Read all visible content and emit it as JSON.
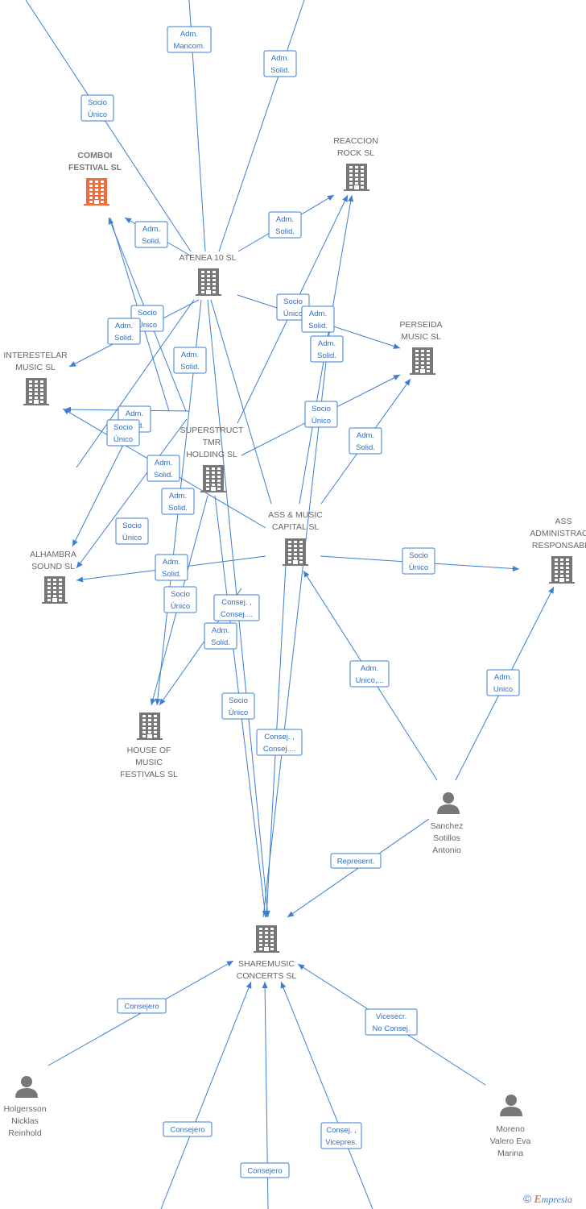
{
  "nodes": {
    "comboi": {
      "kind": "company",
      "highlight": true,
      "lines": [
        "COMBOI",
        "FESTIVAL  SL"
      ],
      "icon": "building-icon"
    },
    "reaccion": {
      "kind": "company",
      "lines": [
        "REACCION",
        "ROCK SL"
      ],
      "icon": "building-icon"
    },
    "atenea": {
      "kind": "company",
      "lines": [
        "ATENEA 10 SL"
      ],
      "icon": "building-icon"
    },
    "perseida": {
      "kind": "company",
      "lines": [
        "PERSEIDA",
        "MUSIC  SL"
      ],
      "icon": "building-icon"
    },
    "interestelar": {
      "kind": "company",
      "lines": [
        "INTERESTELAR",
        "MUSIC  SL"
      ],
      "icon": "building-icon"
    },
    "superstruct": {
      "kind": "company",
      "lines": [
        "SUPERSTRUCT",
        "TMR",
        "HOLDING  SL"
      ],
      "icon": "building-icon"
    },
    "assmusic": {
      "kind": "company",
      "lines": [
        "ASS & MUSIC",
        "CAPITAL SL"
      ],
      "icon": "building-icon"
    },
    "assadmin": {
      "kind": "company",
      "lines": [
        "ASS",
        "ADMINISTRACIO",
        "RESPONSABLE"
      ],
      "icon": "building-icon"
    },
    "alhambra": {
      "kind": "company",
      "lines": [
        "ALHAMBRA",
        "SOUND  SL"
      ],
      "icon": "building-icon"
    },
    "house": {
      "kind": "company",
      "lines": [
        "HOUSE OF",
        "MUSIC",
        "FESTIVALS  SL"
      ],
      "icon": "building-icon"
    },
    "sharemusic": {
      "kind": "company",
      "lines": [
        "SHAREMUSIC",
        "CONCERTS  SL"
      ],
      "icon": "building-icon"
    },
    "sanchez": {
      "kind": "person",
      "lines": [
        "Sanchez",
        "Sotillos",
        "Antonio"
      ],
      "icon": "person-icon"
    },
    "holgersson": {
      "kind": "person",
      "lines": [
        "Holgersson",
        "Nicklas",
        "Reinhold"
      ],
      "icon": "person-icon"
    },
    "moreno": {
      "kind": "person",
      "lines": [
        "Moreno",
        "Valero Eva",
        "Marina"
      ],
      "icon": "person-icon"
    }
  },
  "edge_labels": [
    [
      "Adm.",
      "Mancom."
    ],
    [
      "Adm.",
      "Solid."
    ],
    [
      "Socio",
      "Único"
    ],
    [
      "Adm.",
      "Solid."
    ],
    [
      "Adm.",
      "Solid."
    ],
    [
      "Socio",
      "Único"
    ],
    [
      "Adm.",
      "Solid."
    ],
    [
      "Socio",
      "Único"
    ],
    [
      "Adm.",
      "Solid."
    ],
    [
      "Adm.",
      "Solid."
    ],
    [
      "Adm.",
      "Solid."
    ],
    [
      "Socio",
      "Único"
    ],
    [
      "Adm.",
      "Solid."
    ],
    [
      "Adm.",
      "Solid."
    ],
    [
      "Socio",
      "Único"
    ],
    [
      "Adm.",
      "Solid."
    ],
    [
      "Adm.",
      "Solid."
    ],
    [
      "Socio",
      "Único"
    ],
    [
      "Adm.",
      "Solid."
    ],
    [
      "Socio",
      "Único"
    ],
    [
      "Consej. ,",
      "Consej...."
    ],
    [
      "Adm.",
      "Solid."
    ],
    [
      "Socio",
      "Único"
    ],
    [
      "Adm.",
      "Unico,..."
    ],
    [
      "Adm.",
      "Unico"
    ],
    [
      "Socio",
      "Único"
    ],
    [
      "Consej. ,",
      "Consej...."
    ],
    [
      "Represent."
    ],
    [
      "Consejero"
    ],
    [
      "Vicesecr.",
      "No Consej."
    ],
    [
      "Consejero"
    ],
    [
      "Consej. ,",
      "Vicepres."
    ],
    [
      "Consejero"
    ]
  ],
  "colors": {
    "edge": "#3a7fd4",
    "node": "#777777",
    "highlight": "#f06b3a"
  },
  "credit": {
    "symbol": "©",
    "brand_initial": "E",
    "brand_rest": "mpresia"
  }
}
